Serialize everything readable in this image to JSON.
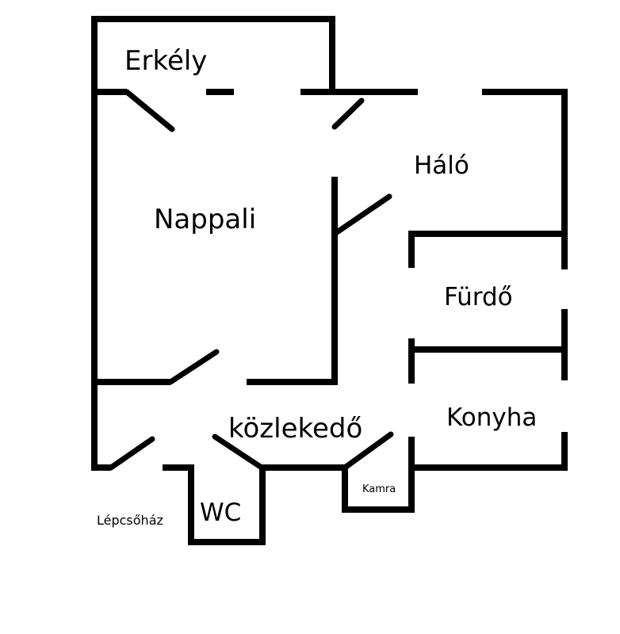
{
  "rooms": {
    "erkely": "Erkély",
    "nappali": "Nappali",
    "halo": "Háló",
    "furdo": "Fürdő",
    "konyha": "Konyha",
    "kozlekedo": "közlekedő",
    "wc": "WC",
    "kamra": "Kamra",
    "lepcsohaz": "Lépcsőház"
  },
  "colors": {
    "wall": "#000000",
    "background": "#ffffff"
  }
}
